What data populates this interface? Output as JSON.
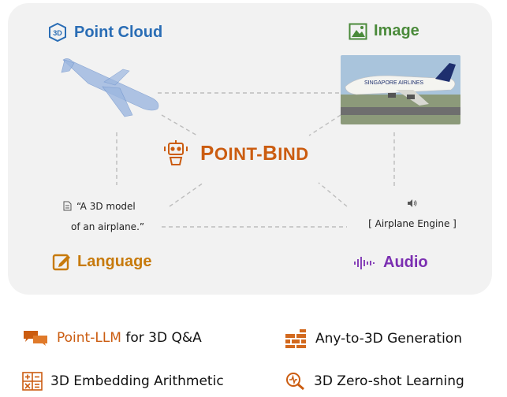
{
  "center": {
    "title_first": "P",
    "title_rest1": "OINT",
    "title_dash": "-",
    "title_first2": "B",
    "title_rest2": "IND",
    "icon": "robot-icon"
  },
  "modalities": {
    "point_cloud": {
      "label": "Point Cloud",
      "icon": "3d-cube-icon"
    },
    "image": {
      "label": "Image",
      "icon": "picture-icon"
    },
    "language": {
      "label": "Language",
      "icon": "edit-icon"
    },
    "audio": {
      "label": "Audio",
      "icon": "waveform-icon"
    }
  },
  "language_text": {
    "line1": "“A 3D model",
    "line2": "of an airplane.”",
    "icon": "document-icon"
  },
  "image_photo_text": "SINGAPORE AIRLINES",
  "audio_caption": {
    "text": "[ Airplane Engine ]",
    "icon": "speaker-icon"
  },
  "features": [
    {
      "highlight": "Point-LLM",
      "text": " for 3D Q&A",
      "icon": "chat-bubbles-icon"
    },
    {
      "highlight": "",
      "text": "Any-to-3D Generation",
      "icon": "bricks-icon"
    },
    {
      "highlight": "",
      "text": "3D Embedding Arithmetic",
      "icon": "calculator-icon"
    },
    {
      "highlight": "",
      "text": "3D Zero-shot Learning",
      "icon": "magnifier-icon"
    }
  ],
  "colors": {
    "point_cloud": "#2a6db5",
    "image": "#4a8a3a",
    "language": "#c77a0c",
    "audio": "#7b2fb1",
    "center": "#cb5c10",
    "panel": "#f2f2f2"
  }
}
